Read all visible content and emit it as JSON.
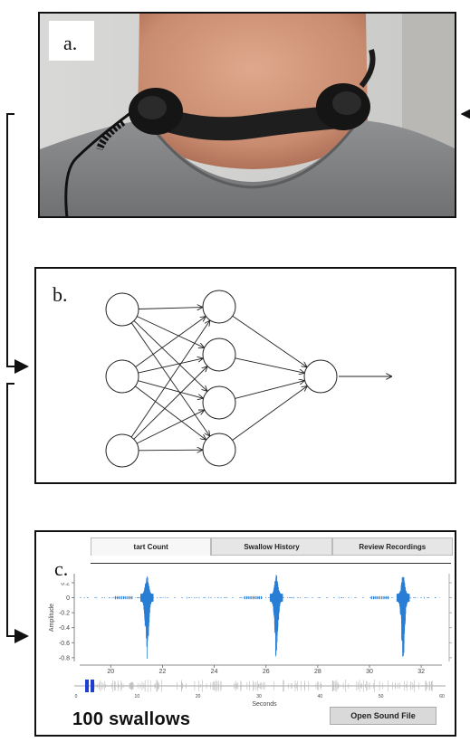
{
  "panels": {
    "a": {
      "label": "a."
    },
    "b": {
      "label": "b."
    },
    "c": {
      "label": "c."
    }
  },
  "app": {
    "tabs": [
      {
        "label": "tart Count",
        "active": true
      },
      {
        "label": "Swallow History",
        "active": false
      },
      {
        "label": "Review Recordings",
        "active": false
      }
    ],
    "count_text": "100 swallows",
    "open_button": "Open Sound File"
  },
  "chart_data": {
    "type": "line",
    "ylabel": "Amplitude",
    "xlabel": "Seconds",
    "x_ticks": [
      "20",
      "22",
      "24",
      "26",
      "28",
      "30",
      "32"
    ],
    "y_ticks": [
      "0.2",
      "0",
      "-0.2",
      "-0.4",
      "-0.6",
      "-0.8"
    ],
    "xlim": [
      18.8,
      32.8
    ],
    "ylim": [
      -0.85,
      0.32
    ],
    "color": "#2a7fd4",
    "swallow_bursts_seconds": [
      21.4,
      26.4,
      31.3
    ],
    "overview_ticks": [
      "0",
      "10",
      "20",
      "30",
      "40",
      "50",
      "60"
    ]
  },
  "network": {
    "layers": [
      3,
      4,
      1
    ]
  }
}
